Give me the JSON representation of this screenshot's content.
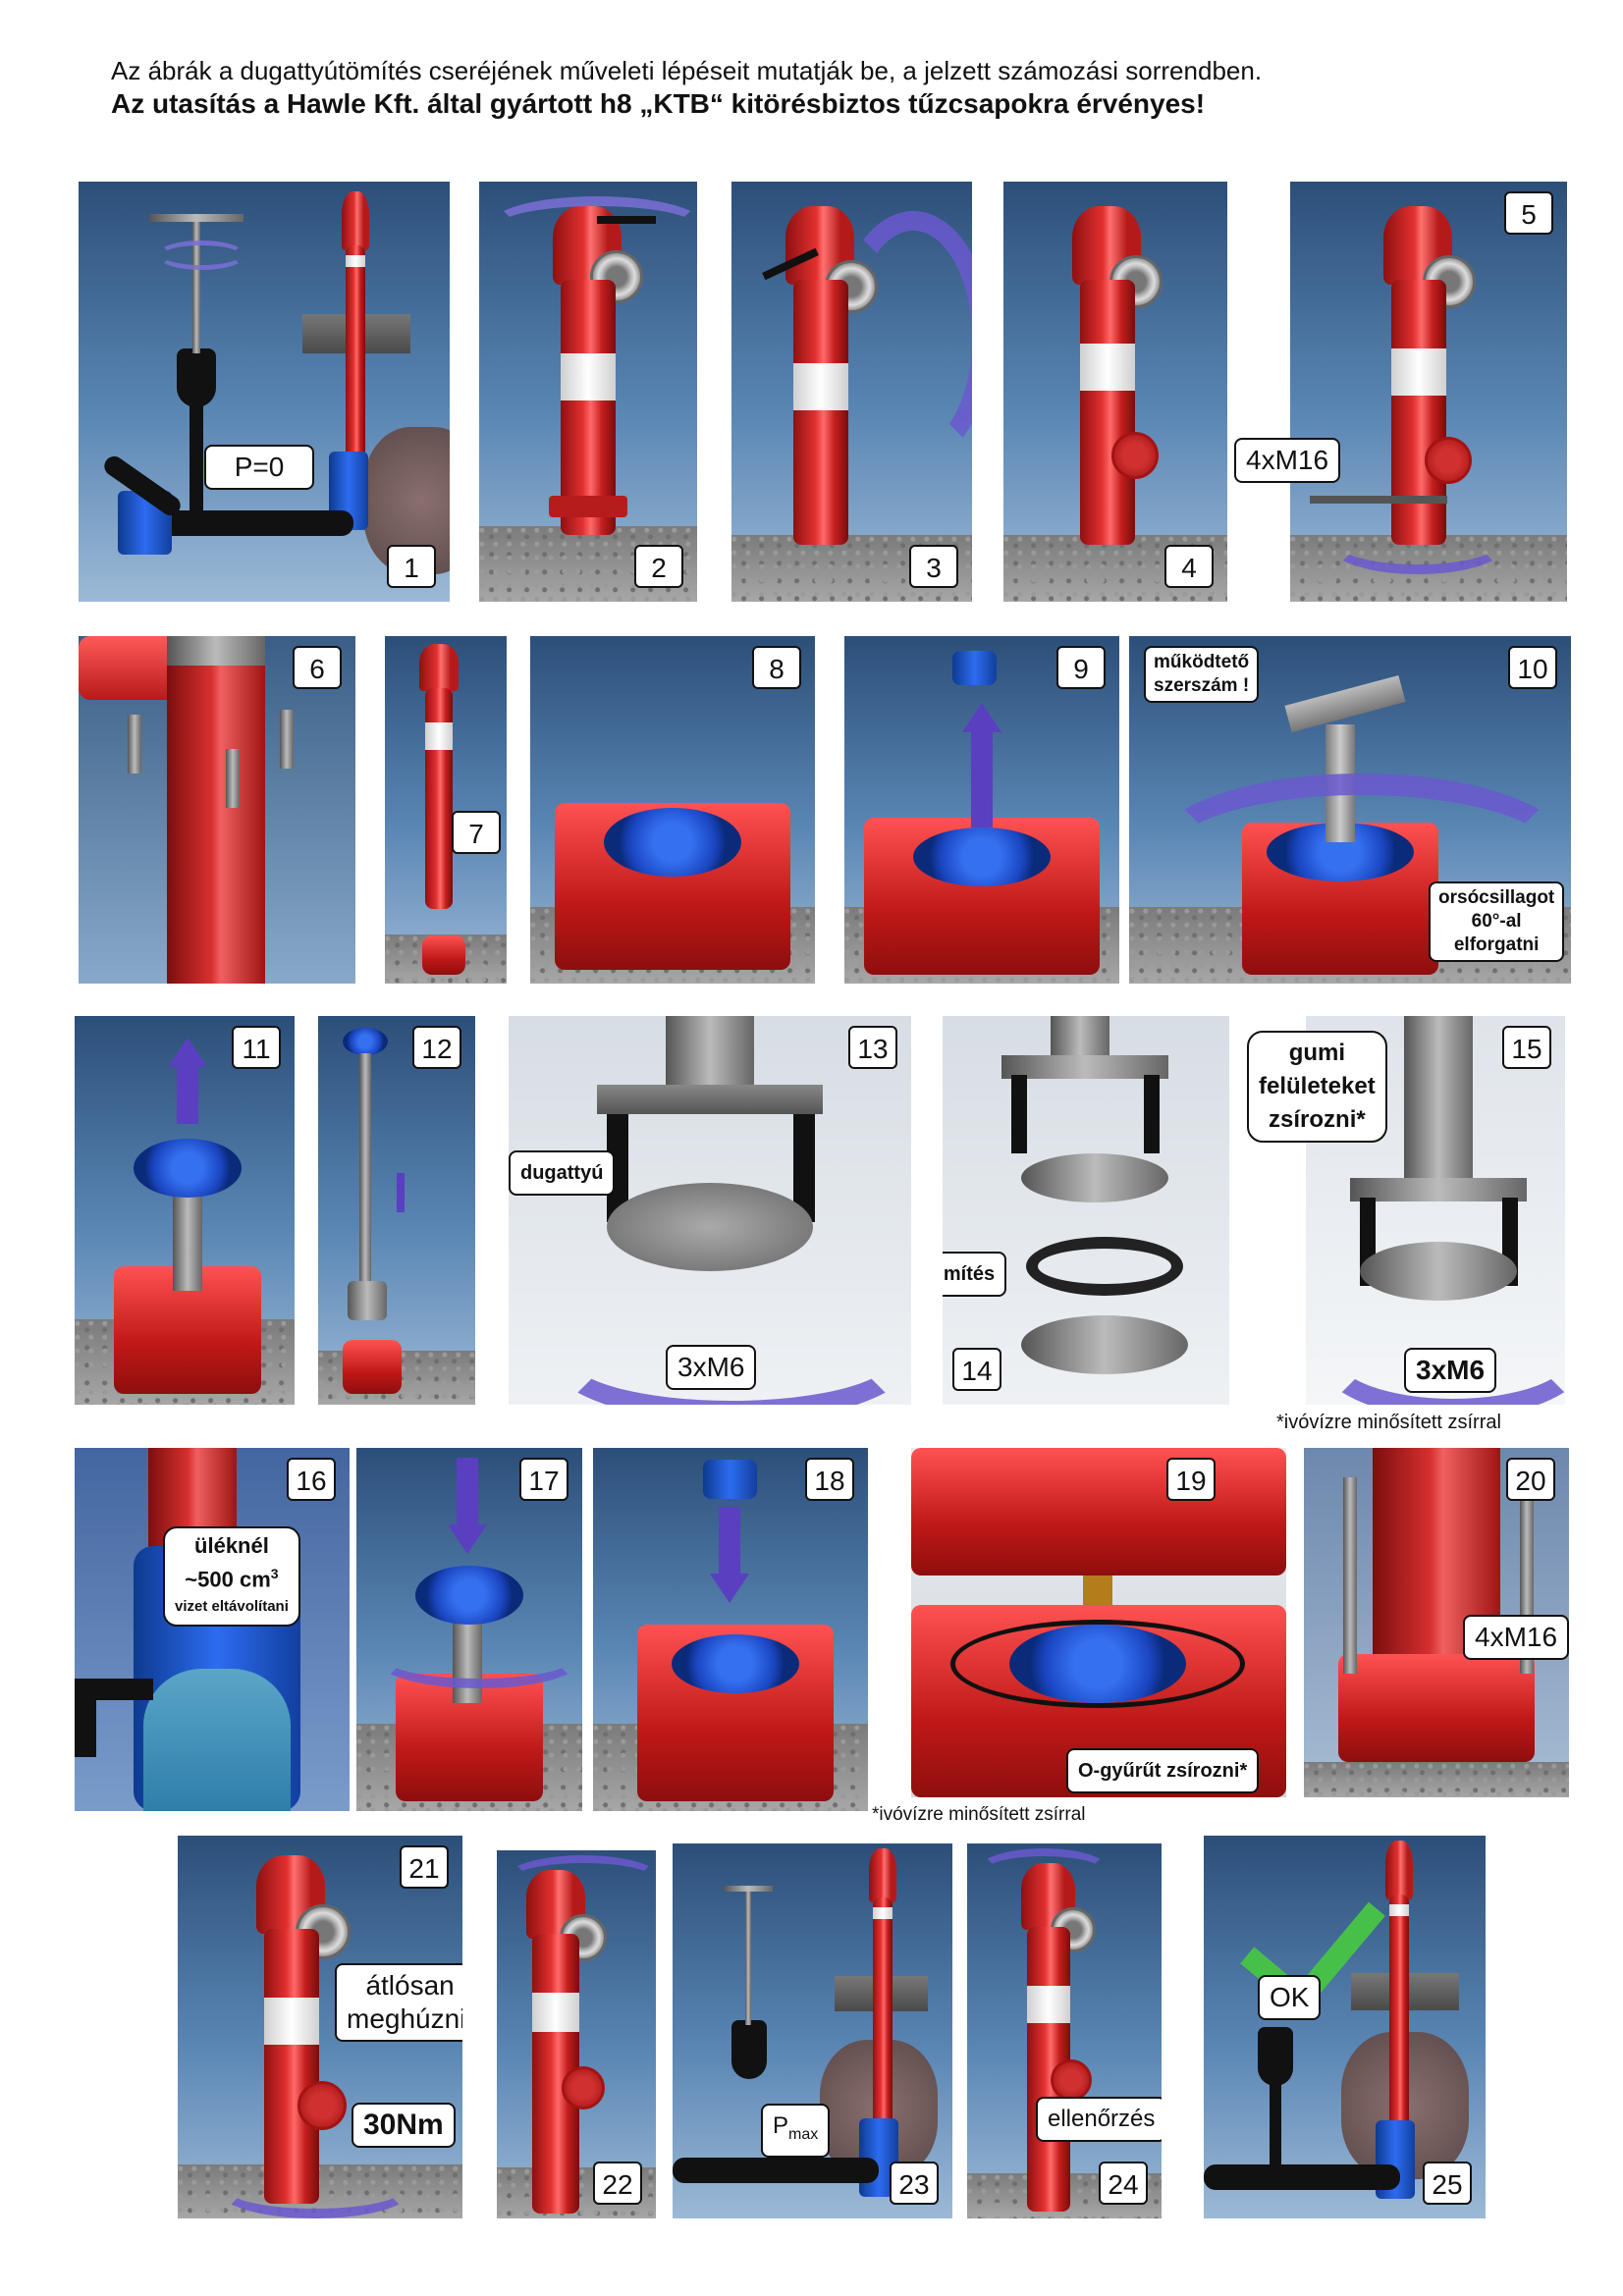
{
  "intro": {
    "line1": "Az ábrák a dugattyútömítés cseréjének műveleti lépéseit mutatják be, a jelzett számozási sorrendben.",
    "line2": "Az utasítás a Hawle Kft. által gyártott h8 „KTB“ kitörésbiztos tűzcsapokra érvényes!"
  },
  "steps": {
    "s1": "1",
    "s2": "2",
    "s3": "3",
    "s4": "4",
    "s5": "5",
    "s6": "6",
    "s7": "7",
    "s8": "8",
    "s9": "9",
    "s10": "10",
    "s11": "11",
    "s12": "12",
    "s13": "13",
    "s14": "14",
    "s15": "15",
    "s16": "16",
    "s17": "17",
    "s18": "18",
    "s19": "19",
    "s20": "20",
    "s21": "21",
    "s22": "22",
    "s23": "23",
    "s24": "24",
    "s25": "25"
  },
  "labels": {
    "p0": "P=0",
    "bolts_4xm16": "4xM16",
    "tool_line1": "működtető",
    "tool_line2": "szerszám !",
    "star_line1": "orsócsillagot",
    "star_line2": "60°-al",
    "star_line3": "elforgatni",
    "piston": "dugattyú",
    "screws_3xm6": "3xM6",
    "seal": "tömítés",
    "grease_line1": "gumi",
    "grease_line2": "felületeket",
    "grease_line3": "zsírozni*",
    "potable_note": "*ivóvízre minősített zsírral",
    "water_line1": "üléknél",
    "water_line2": "~500 cm",
    "water_sup": "3",
    "water_line3": "vizet eltávolítani",
    "oring": "O-gyűrűt zsírozni*",
    "diag_line1": "átlósan",
    "diag_line2": "meghúzni!",
    "torque": "30Nm",
    "pmax": "P",
    "pmax_sub": "max",
    "check": "ellenőrzés",
    "ok": "OK"
  }
}
